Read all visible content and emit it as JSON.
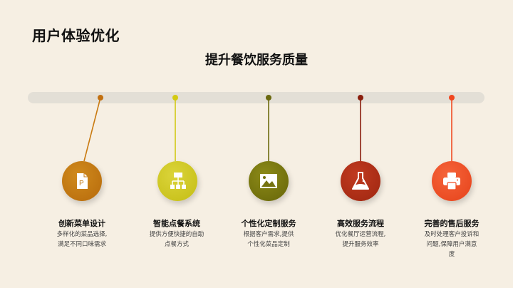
{
  "header": {
    "title": "用户体验优化",
    "subtitle": "提升餐饮服务质量"
  },
  "timeline": {
    "track_color": "#e3dfd6",
    "items": [
      {
        "label": "创新菜单设计",
        "description_line1": "多样化的菜品选择,",
        "description_line2": "满足不同口味需求",
        "description_line3": "",
        "icon": "document-p-icon",
        "color": "#c97a10",
        "circle_color": "#c47a12"
      },
      {
        "label": "智能点餐系统",
        "description_line1": "提供方便快捷的自助",
        "description_line2": "点餐方式",
        "description_line3": "",
        "icon": "hierarchy-icon",
        "color": "#d1c814",
        "circle_color": "#cfc81e"
      },
      {
        "label": "个性化定制服务",
        "description_line1": "根据客户需求,提供",
        "description_line2": "个性化菜品定制",
        "description_line3": "",
        "icon": "image-icon",
        "color": "#6d6b0e",
        "circle_color": "#7a7a10"
      },
      {
        "label": "高效服务流程",
        "description_line1": "优化餐厅运营流程,",
        "description_line2": "提升服务效率",
        "description_line3": "",
        "icon": "flask-icon",
        "color": "#8a1e0c",
        "circle_color": "#b0301a"
      },
      {
        "label": "完善的售后服务",
        "description_line1": "及时处理客户投诉和",
        "description_line2": "问题,保障用户满意",
        "description_line3": "度",
        "icon": "printer-icon",
        "color": "#f04a22",
        "circle_color": "#f04e25"
      }
    ]
  }
}
